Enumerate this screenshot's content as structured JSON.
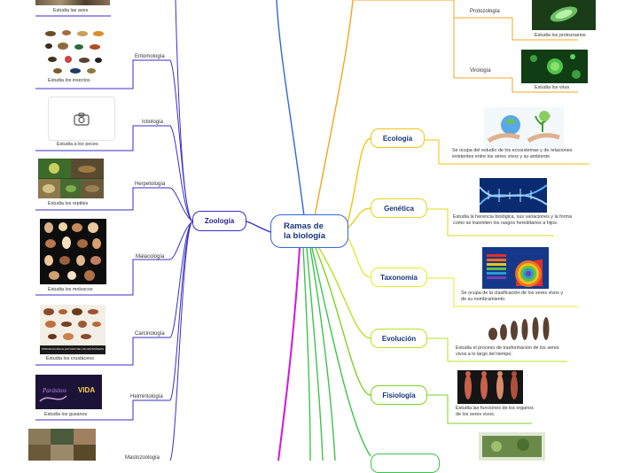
{
  "central": "Ramas de la biología",
  "left": {
    "title": "Zoología",
    "branches": [
      {
        "name": "Entomología",
        "desc": "Estudia los insectos"
      },
      {
        "name": "Ictiología",
        "desc": "Estudia a los peces"
      },
      {
        "name": "Herpetología",
        "desc": "Estudia los reptiles"
      },
      {
        "name": "Malacología",
        "desc": "Estudia los moluscos"
      },
      {
        "name": "Carcinología",
        "desc": "Estudia los crustáceos"
      },
      {
        "name": "Helmintología",
        "desc": "Estudia los gusanos"
      },
      {
        "name": "Mastozoología",
        "desc": ""
      }
    ],
    "top_caption": "Estudia las aves",
    "worm_image_text": {
      "word1": "Parásitos",
      "word2": "VIDA"
    },
    "crustacean_image_text": "INTRODUCCIÓN AL ESTUDIO DE LOS CRUSTÁCEOS"
  },
  "right_top": [
    {
      "name": "Protozología",
      "desc": "Estudia los protozoarios"
    },
    {
      "name": "Virología",
      "desc": "Estudia los virus"
    }
  ],
  "right": [
    {
      "name": "Ecología",
      "desc": "Se ocupa del estudio de los ecosistemas y de relaciones existentes entre los seres vivos y su ambiente."
    },
    {
      "name": "Genética",
      "desc": "Estudia la herencia biológica, sus variaciones y la forma como se trasmiten los rasgos hereditarios a hijos."
    },
    {
      "name": "Taxonomía",
      "desc": "Se ocupa de la clasificación de los seres vivos y de su nombramiento."
    },
    {
      "name": "Evolución",
      "desc": "Estudia el proceso de trasformacion de los seres vivos a lo largo del tiempo."
    },
    {
      "name": "Fisiología",
      "desc": "Estudia las funciones de los organos de los seres vivos."
    }
  ],
  "colors": {
    "zoology": "#3a2fc9",
    "blue": "#2f67e0",
    "orange": "#f5a623",
    "ecology": "#f1c40f",
    "genetics": "#e6d51c",
    "taxonomy": "#e8ea2a",
    "evolution": "#b5e61d",
    "physiology": "#7ed321",
    "green": "#3dc44c",
    "magenta": "#d415d9"
  }
}
